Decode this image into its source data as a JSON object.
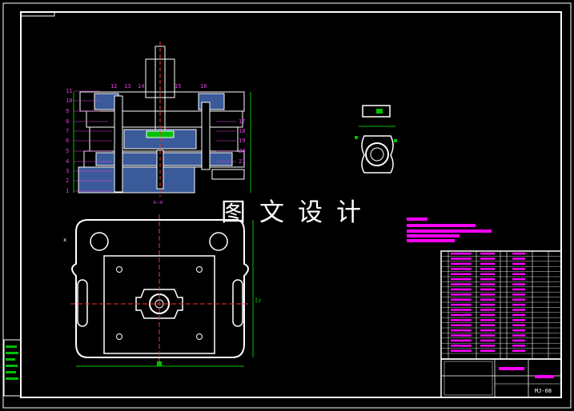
{
  "watermark": "图文设计",
  "section_label": "x—x",
  "view_label": "x",
  "dimension_label": "Iz",
  "title_block": {
    "drawing_code": "MJ-08"
  },
  "left_callouts": [
    "11",
    "10",
    "9",
    "8",
    "7",
    "6",
    "5",
    "4",
    "3",
    "2",
    "1"
  ],
  "top_callouts": [
    "12",
    "13",
    "14",
    "15",
    "16"
  ],
  "right_callouts": [
    "17",
    "18",
    "19",
    "20",
    "21"
  ],
  "colors": {
    "background": "#000000",
    "frame": "#ffffff",
    "callout": "#e040e0",
    "highlight": "#ff00ff",
    "green": "#00c000",
    "red": "#ff3030",
    "yellow": "#ffff00"
  }
}
